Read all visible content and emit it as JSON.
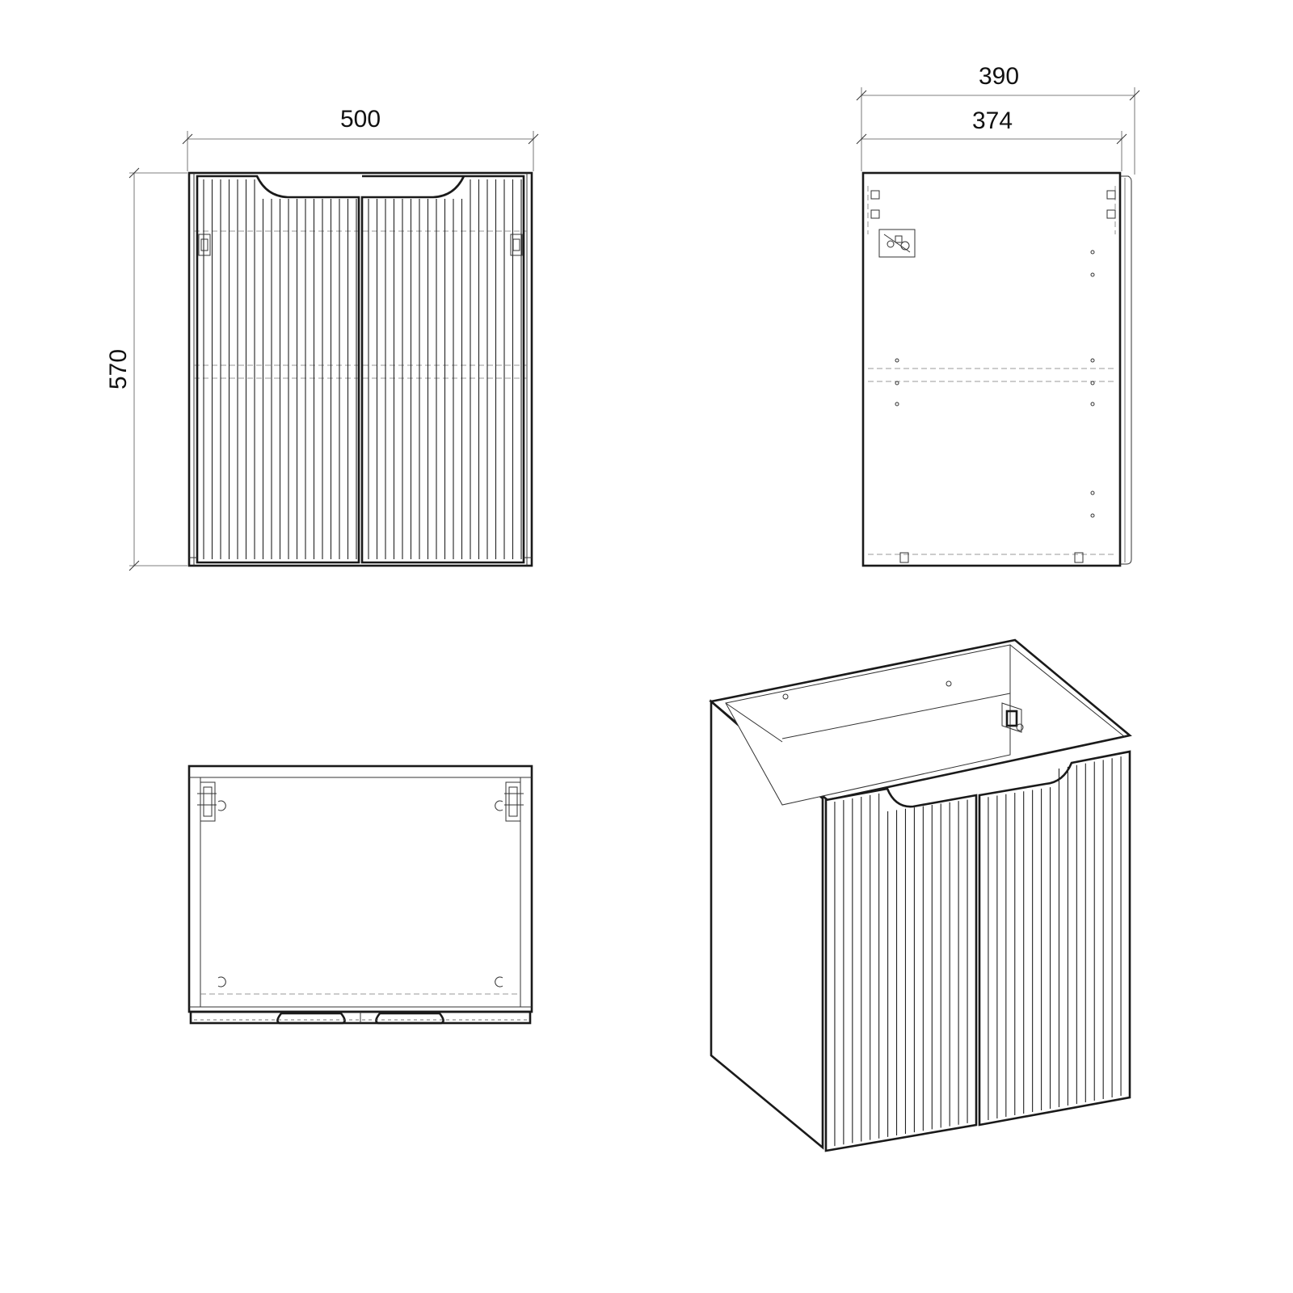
{
  "views": {
    "front": {
      "width_label": "500",
      "height_label": "570"
    },
    "side": {
      "depth_outer_label": "390",
      "depth_inner_label": "374"
    },
    "top": {},
    "iso": {}
  },
  "colors": {
    "line": "#1a1a1a",
    "background": "#ffffff"
  }
}
